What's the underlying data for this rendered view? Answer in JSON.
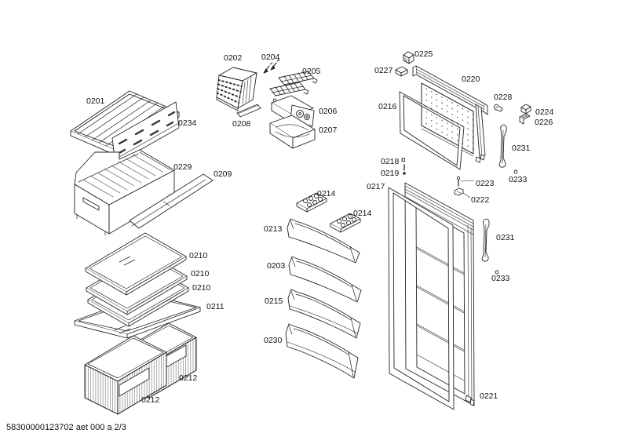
{
  "diagram": {
    "type": "exploded-parts-diagram",
    "subject": "refrigerator-freezer exploded parts view",
    "sheet": "2/3"
  },
  "footer": {
    "code": "58300000123702 aet 000 a 2/3"
  },
  "labels": [
    "0201",
    "0234",
    "0229",
    "0209",
    "0210",
    "0210",
    "0210",
    "0211",
    "0212",
    "0212",
    "0202",
    "0204",
    "0205",
    "0206",
    "0207",
    "0208",
    "0214",
    "0214",
    "0213",
    "0203",
    "0215",
    "0230",
    "0225",
    "0227",
    "0220",
    "0216",
    "0228",
    "0224",
    "0226",
    "0231",
    "0218",
    "0219",
    "0217",
    "0223",
    "0222",
    "0233",
    "0231",
    "0233",
    "0221"
  ]
}
